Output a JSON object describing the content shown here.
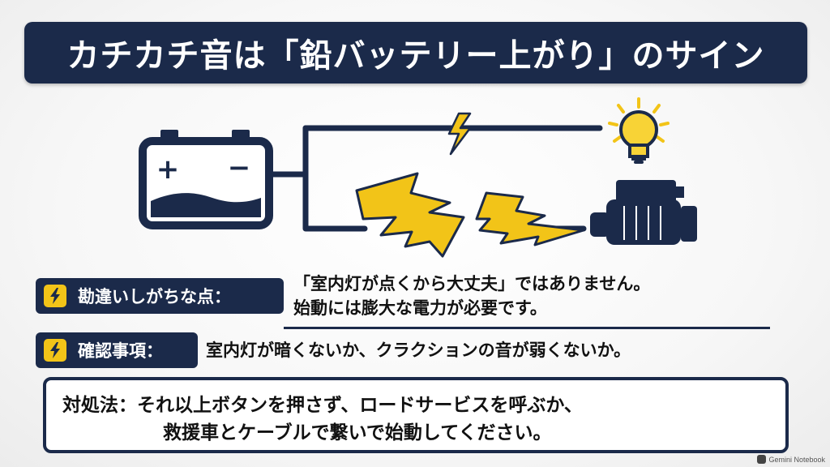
{
  "title": "カチカチ音は「鉛バッテリー上がり」のサイン",
  "diagram": {
    "battery_plus": "+",
    "battery_minus": "−",
    "icons": [
      "battery-icon",
      "lightning-bolt-icon",
      "light-bulb-icon",
      "broken-lightning-icon",
      "starter-motor-icon"
    ],
    "colors": {
      "navy": "#1b2a4a",
      "yellow": "#f2c418",
      "bulb": "#f8d336"
    }
  },
  "misconception": {
    "label": "勘違いしがちな点：",
    "line1": "「室内灯が点くから大丈夫」ではありません。",
    "line2": "始動には膨大な電力が必要です。"
  },
  "check": {
    "label": "確認事項：",
    "text": "室内灯が暗くないか、クラクションの音が弱くないか。"
  },
  "solution": {
    "line1": "対処法：それ以上ボタンを押さず、ロードサービスを呼ぶか、",
    "line2": "救援車とケーブルで繋いで始動してください。"
  },
  "watermark": "Gemini Notebook"
}
